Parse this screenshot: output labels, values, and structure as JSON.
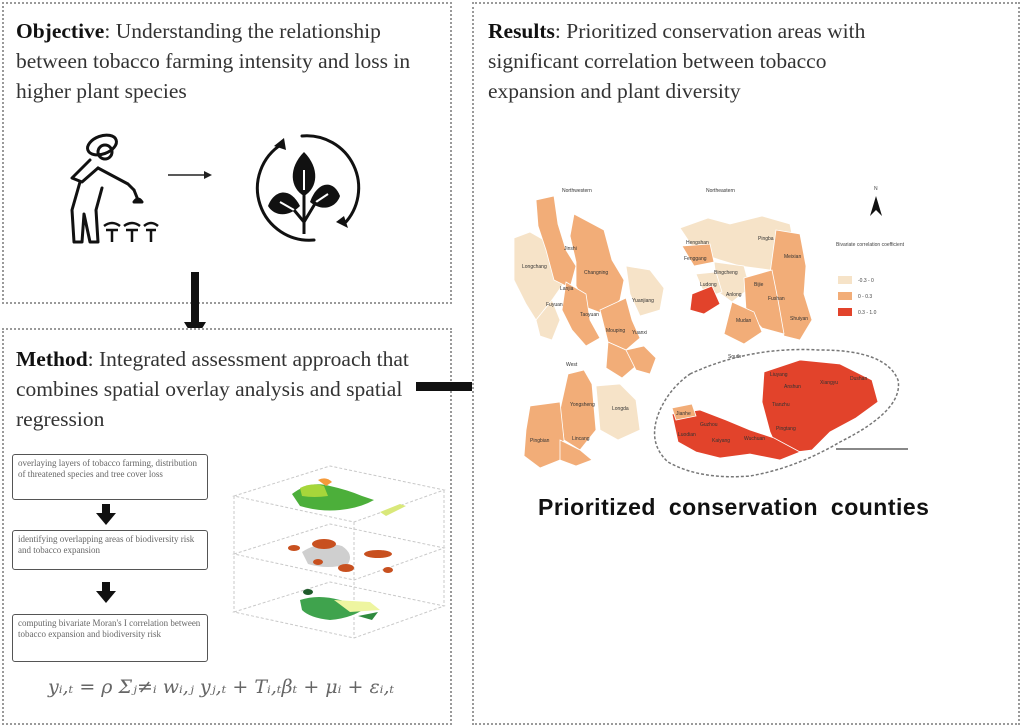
{
  "objective": {
    "heading": "Objective",
    "text": ": Understanding the relationship between tobacco farming intensity and loss in higher plant species",
    "icons": [
      "farmer-icon",
      "arrow-right-icon",
      "plant-cycle-icon"
    ]
  },
  "method": {
    "heading": "Method",
    "text": ": Integrated assessment approach that combines spatial overlay analysis and spatial regression",
    "steps": [
      {
        "label": "overlaying layers of tobacco farming, distribution of threatened species and tree cover loss"
      },
      {
        "label": "identifying overlapping areas of biodiversity risk and tobacco expansion"
      },
      {
        "label": "computing bivariate Moran's I correlation between tobacco expansion and biodiversity risk"
      }
    ],
    "equation": "y_{i,t} = ρ Σ_{j≠i} w_{i,j} y_{j,t} + T_{i,t}β_t + μ_i + ε_{i,t}",
    "equation_display": "yᵢ,ₜ = ρ Σⱼ≠ᵢ wᵢ,ⱼ yⱼ,ₜ + Tᵢ,ₜβₜ + μᵢ + εᵢ,ₜ",
    "layers": [
      "tobacco-farming-layer",
      "threatened-species-layer",
      "tree-cover-loss-layer"
    ]
  },
  "results": {
    "heading": "Results",
    "text": ": Prioritized conservation areas with significant  correlation between tobacco expansion and plant diversity",
    "caption": "Prioritized conservation counties",
    "legend": {
      "title": "Bivariate correlation coefficient",
      "items": [
        {
          "label": "-0.3 - 0",
          "color": "#f6e3c8"
        },
        {
          "label": "0 - 0.3",
          "color": "#f2ad78"
        },
        {
          "label": "0.3 - 1.0",
          "color": "#e2432b"
        }
      ]
    },
    "maps": [
      {
        "title": "Northwestern",
        "counties": [
          "Jinshi",
          "Longchang",
          "Changning",
          "Lanjia",
          "Fuyuan",
          "Yuanjiang",
          "Taoyuan",
          "Mouping",
          "Yuanxi"
        ]
      },
      {
        "title": "Northeastern",
        "counties": [
          "Hengshan",
          "Fenggang",
          "Pingba",
          "Bingcheng",
          "Meixian",
          "Ludong",
          "Anlong",
          "Bijie",
          "Fushan",
          "Mudan",
          "Shuiyan"
        ]
      },
      {
        "title": "West",
        "counties": [
          "Yongsheng",
          "Lincang",
          "Pingbian",
          "Longda"
        ]
      },
      {
        "title": "South",
        "counties": [
          "Jianhe",
          "Guzhou",
          "Luodian",
          "Kaiyang",
          "Wuchuan",
          "Liuyang",
          "Anshun",
          "Xiangyu",
          "Dushan",
          "Tianzhu",
          "Pingtang"
        ]
      }
    ],
    "north_label": "N"
  },
  "colors": {
    "low": "#f6e3c8",
    "mid": "#f2ad78",
    "high": "#e2432b",
    "border": "#9a9a9a"
  }
}
